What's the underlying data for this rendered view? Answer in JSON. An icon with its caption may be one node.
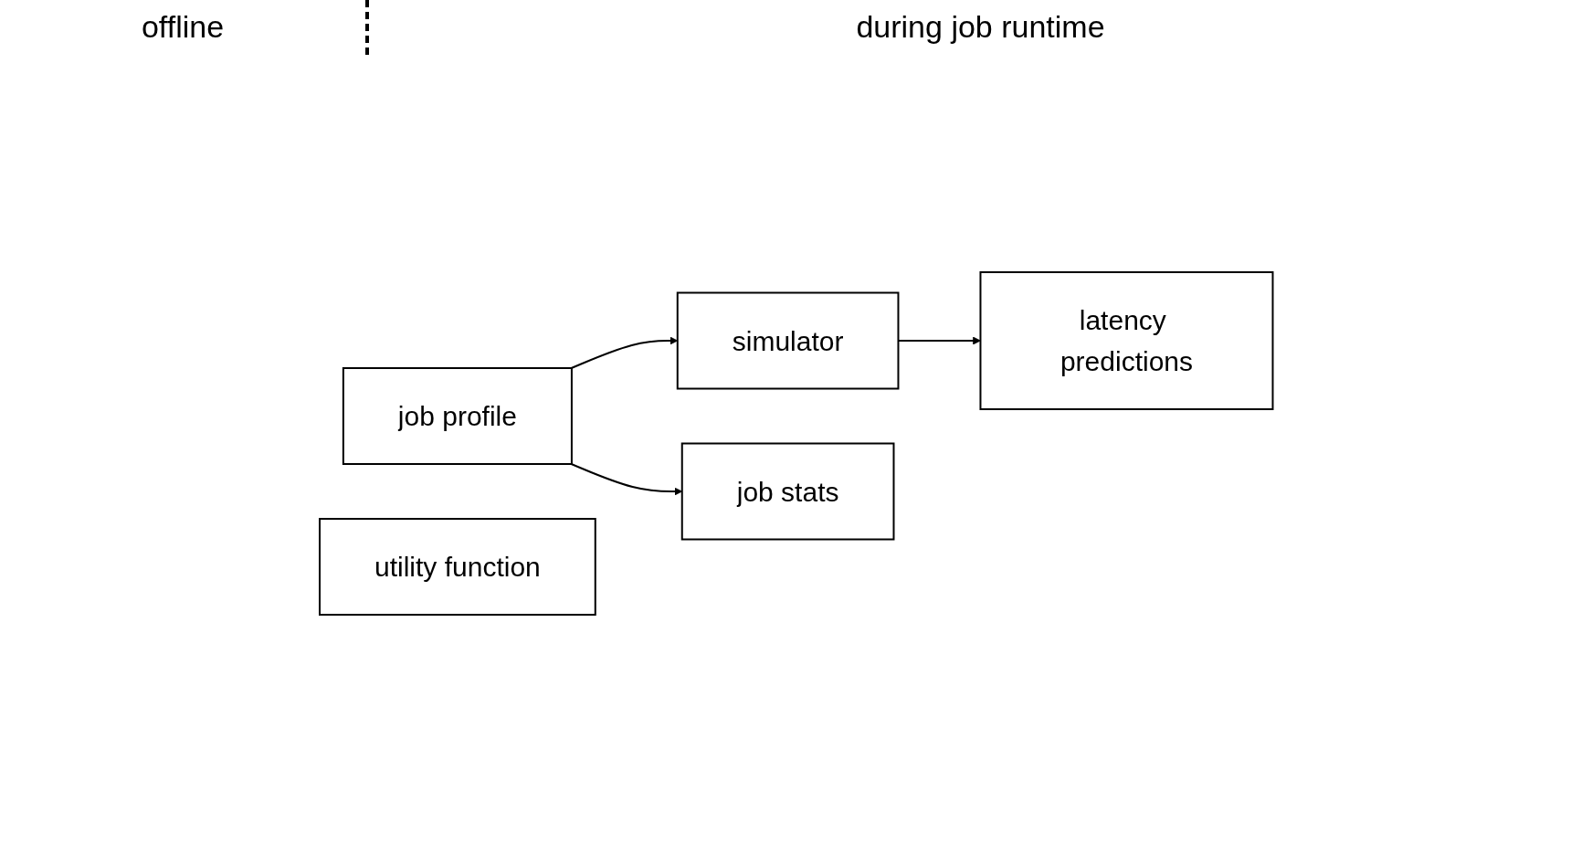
{
  "diagram": {
    "nodes": [
      {
        "text": [
          "job profile"
        ]
      },
      {
        "text": [
          "simulator"
        ]
      },
      {
        "text": [
          "latency predictions"
        ]
      },
      {
        "text": [
          "job stats"
        ]
      },
      {
        "text": [
          "utility function"
        ]
      }
    ],
    "edges": [
      {
        "from": 0,
        "to": 1,
        "arrow": "to"
      },
      {
        "from": 0,
        "to": 3,
        "arrow": "to"
      },
      {
        "from": 1,
        "to": 2,
        "arrow": "to"
      }
    ],
    "labels": [
      "offline",
      "during job runtime"
    ]
  }
}
